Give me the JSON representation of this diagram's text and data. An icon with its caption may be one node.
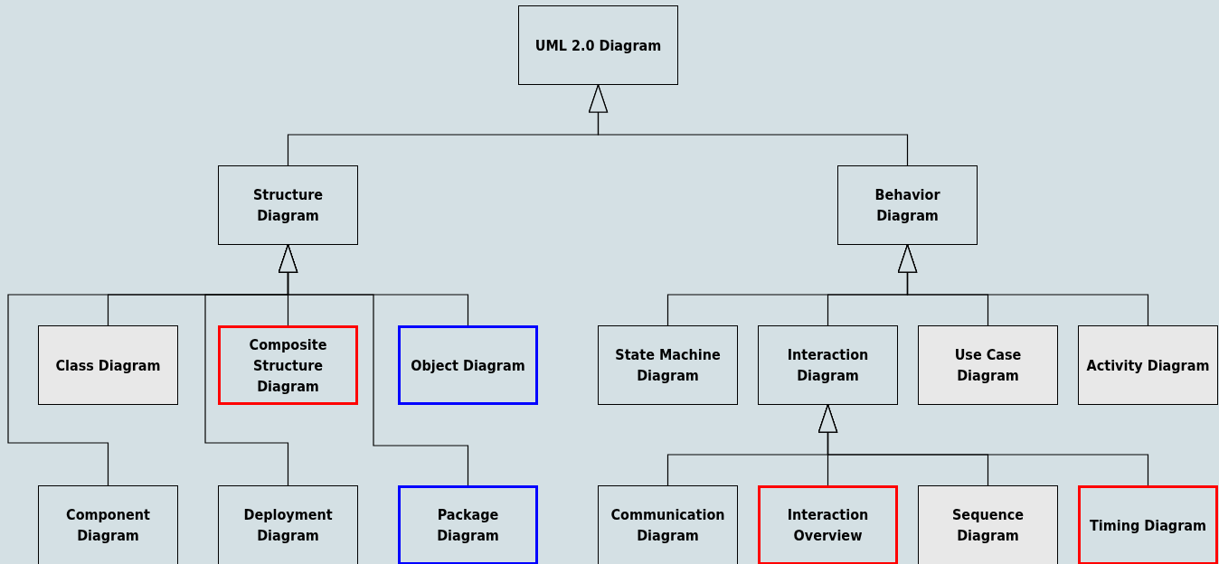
{
  "diagram": {
    "nodes": [
      {
        "text": [
          "UML 2.0 Diagram"
        ]
      },
      {
        "text": [
          "Structure Diagram"
        ]
      },
      {
        "text": [
          "Behavior Diagram"
        ]
      },
      {
        "text": [
          "Class Diagram"
        ]
      },
      {
        "text": [
          "Composite Structure Diagram"
        ]
      },
      {
        "text": [
          "Object Diagram"
        ]
      },
      {
        "text": [
          "State Machine Diagram"
        ]
      },
      {
        "text": [
          "Interaction Diagram"
        ]
      },
      {
        "text": [
          "Use Case Diagram"
        ]
      },
      {
        "text": [
          "Activity Diagram"
        ]
      },
      {
        "text": [
          "Component Diagram"
        ]
      },
      {
        "text": [
          "Deployment Diagram"
        ]
      },
      {
        "text": [
          "Package Diagram"
        ]
      },
      {
        "text": [
          "Communication Diagram"
        ]
      },
      {
        "text": [
          "Interaction Overview"
        ]
      },
      {
        "text": [
          "Sequence Diagram"
        ]
      },
      {
        "text": [
          "Timing Diagram"
        ]
      }
    ],
    "edges": [
      {
        "from": 1,
        "to": 0,
        "arrow": "to"
      },
      {
        "from": 2,
        "to": 0,
        "arrow": "to"
      },
      {
        "from": 3,
        "to": 1,
        "arrow": "to"
      },
      {
        "from": 4,
        "to": 1,
        "arrow": "to"
      },
      {
        "from": 5,
        "to": 1,
        "arrow": "to"
      },
      {
        "from": 10,
        "to": 1,
        "arrow": "to"
      },
      {
        "from": 11,
        "to": 1,
        "arrow": "to"
      },
      {
        "from": 12,
        "to": 1,
        "arrow": "to"
      },
      {
        "from": 6,
        "to": 2,
        "arrow": "to"
      },
      {
        "from": 7,
        "to": 2,
        "arrow": "to"
      },
      {
        "from": 8,
        "to": 2,
        "arrow": "to"
      },
      {
        "from": 9,
        "to": 2,
        "arrow": "to"
      },
      {
        "from": 13,
        "to": 7,
        "arrow": "to"
      },
      {
        "from": 14,
        "to": 7,
        "arrow": "to"
      },
      {
        "from": 15,
        "to": 7,
        "arrow": "to"
      },
      {
        "from": 16,
        "to": 7,
        "arrow": "to"
      }
    ]
  }
}
